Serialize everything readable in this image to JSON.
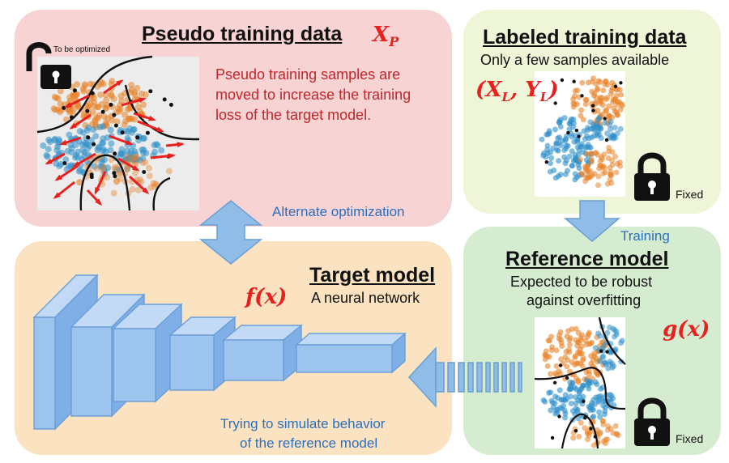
{
  "pseudo": {
    "title": "Pseudo training data",
    "math": "X",
    "math_sub": "P",
    "description": [
      "Pseudo training samples are",
      "moved to increase the training",
      "loss of the target model."
    ],
    "lock_label": "To be optimized"
  },
  "labeled": {
    "title": "Labeled training data",
    "subtitle": "Only a few samples available",
    "math": "(X_L, Y_L)",
    "lock_label": "Fixed"
  },
  "target": {
    "title": "Target model",
    "subtitle": "A neural network",
    "math": "f(x)",
    "note": [
      "Trying to simulate behavior",
      "of the reference model"
    ]
  },
  "reference": {
    "title": "Reference model",
    "subtitle": [
      "Expected to be robust",
      "against overfitting"
    ],
    "math": "g(x)",
    "lock_label": "Fixed"
  },
  "arrows": {
    "alternate_label": "Alternate optimization",
    "training_label": "Training"
  },
  "colors": {
    "orange": "#e8832a",
    "blue": "#2f8fc9",
    "red_arrow": "#e8201e",
    "arrow_fill": "#8fbde8",
    "cube_front": "#9dc3ef"
  }
}
